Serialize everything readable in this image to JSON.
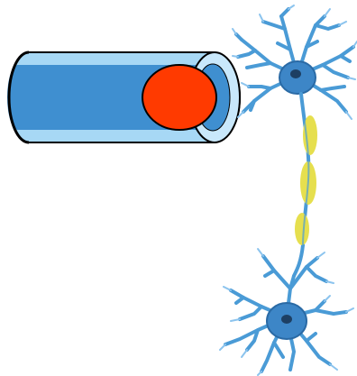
{
  "diagram": {
    "colors": {
      "background": "#ffffff",
      "tube_outer_fill": "#a7d8f5",
      "tube_inner_fill": "#3f8fd0",
      "tube_rim_fill": "#c9e8fb",
      "tube_outline": "#000000",
      "core_fill": "#ff3a00",
      "neuron_fill": "#4a9bd6",
      "neuron_light": "#8cc4ee",
      "soma_fill": "#3d86c7",
      "nucleus_fill": "#1d3f63",
      "myelin_fill": "#e6df4e"
    },
    "elements": [
      {
        "name": "tube",
        "icon": "cylinder-shape"
      },
      {
        "name": "red-core",
        "icon": "filled-circle"
      },
      {
        "name": "upper-neuron",
        "icon": "neuron-icon"
      },
      {
        "name": "axon",
        "icon": "axon-line"
      },
      {
        "name": "myelin-segments",
        "icon": "myelin-sheath"
      },
      {
        "name": "lower-neuron",
        "icon": "neuron-icon"
      }
    ]
  }
}
